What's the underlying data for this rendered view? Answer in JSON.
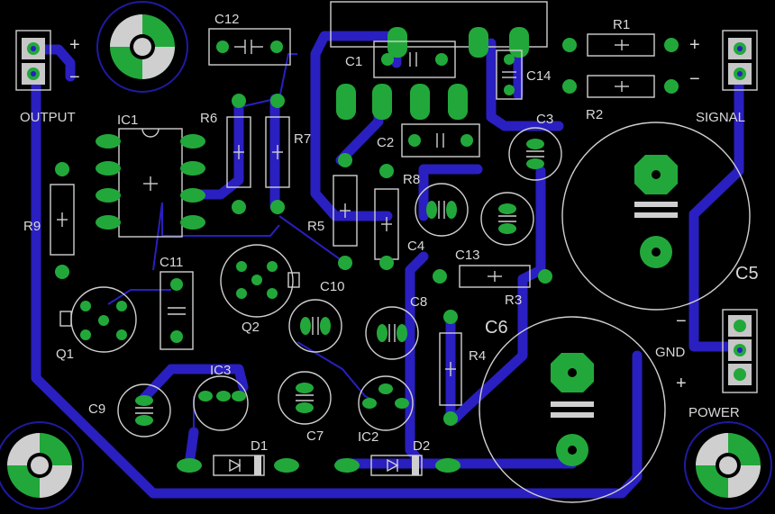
{
  "labels": {
    "output": "OUTPUT",
    "signal": "SIGNAL",
    "gnd": "GND",
    "power": "POWER",
    "plus": "+",
    "minus": "−"
  },
  "components": {
    "IC1": "IC1",
    "IC2": "IC2",
    "IC3": "IC3",
    "Q1": "Q1",
    "Q2": "Q2",
    "R1": "R1",
    "R2": "R2",
    "R3": "R3",
    "R4": "R4",
    "R5": "R5",
    "R6": "R6",
    "R7": "R7",
    "R8": "R8",
    "R9": "R9",
    "C1": "C1",
    "C2": "C2",
    "C3": "C3",
    "C4": "C4",
    "C5": "C5",
    "C6": "C6",
    "C7": "C7",
    "C8": "C8",
    "C9": "C9",
    "C10": "C10",
    "C11": "C11",
    "C12": "C12",
    "C13": "C13",
    "C14": "C14",
    "D1": "D1",
    "D2": "D2"
  },
  "colors": {
    "background": "#000000",
    "trace": "#2a1fc0",
    "pad": "#22a83a",
    "silkscreen": "#cfcfcf"
  }
}
